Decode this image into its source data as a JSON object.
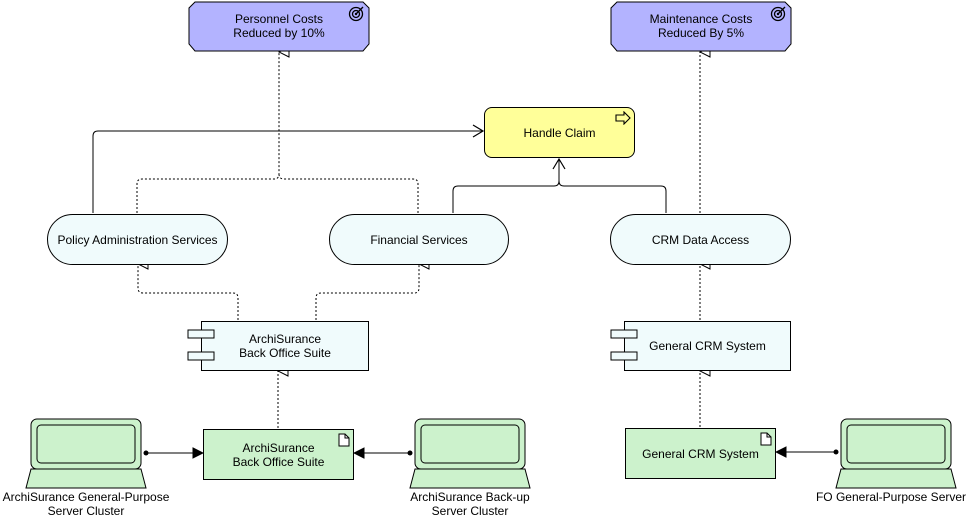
{
  "goals": {
    "personnel": [
      "Personnel Costs",
      "Reduced by 10%"
    ],
    "maintenance": [
      "Maintenance Costs",
      "Reduced By 5%"
    ]
  },
  "process": {
    "handle_claim": "Handle Claim"
  },
  "services": {
    "policy_admin": "Policy Administration Services",
    "financial": "Financial Services",
    "crm_data": "CRM Data Access"
  },
  "components": {
    "backoffice": [
      "ArchiSurance",
      "Back Office Suite"
    ],
    "crm": "General CRM System"
  },
  "artifacts": {
    "backoffice": [
      "ArchiSurance",
      "Back Office Suite"
    ],
    "crm": "General CRM System"
  },
  "nodes": {
    "general_cluster": [
      "ArchiSurance General-Purpose",
      "Server Cluster"
    ],
    "backup_cluster": [
      "ArchiSurance Back-up",
      "Server Cluster"
    ],
    "fo_server": "FO General-Purpose Server"
  },
  "colors": {
    "goal": "#b3b3ff",
    "process": "#ffff99",
    "service": "#f0fbfc",
    "artifact": "#ccf2cc",
    "device": "#ccf2cc"
  }
}
